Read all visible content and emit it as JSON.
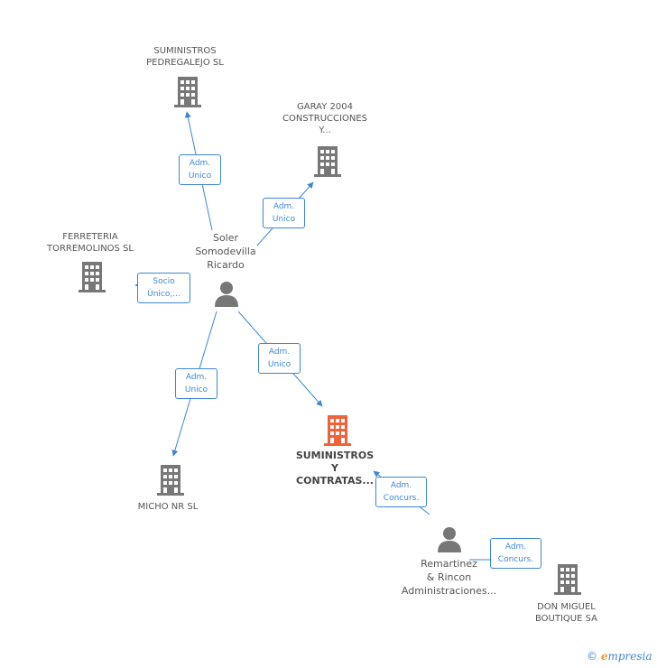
{
  "nodes": {
    "suministros_pedregalejo": "SUMINISTROS\nPEDREGALEJO SL",
    "garay": "GARAY 2004\nCONSTRUCCIONES\nY...",
    "ferreteria": "FERRETERIA\nTORREMOLINOS SL",
    "soler": "Soler\nSomodevilla\nRicardo",
    "micho": "MICHO NR SL",
    "suministros_contratas": "SUMINISTROS\nY\nCONTRATAS...",
    "remartinez": "Remartinez\n& Rincon\nAdministraciones...",
    "don_miguel": "DON MIGUEL\nBOUTIQUE SA"
  },
  "edges": {
    "e1": "Adm.\nUnico",
    "e2": "Adm.\nUnico",
    "e3": "Socio\nÚnico,...",
    "e4": "Adm.\nUnico",
    "e5": "Adm.\nUnico",
    "e6": "Adm.\nConcurs.",
    "e7": "Adm.\nConcurs."
  },
  "footer": {
    "copyright": "©",
    "brand_first": "e",
    "brand_rest": "mpresia"
  },
  "colors": {
    "edge": "#3d86d4",
    "company_icon": "#777777",
    "focus_icon": "#f0623a",
    "person_icon": "#777777"
  }
}
